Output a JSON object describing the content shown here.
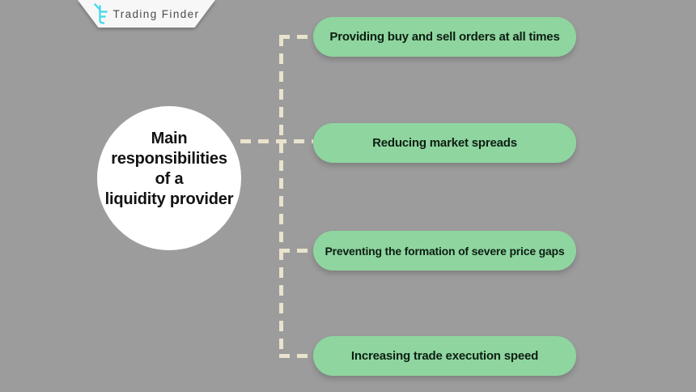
{
  "brand": {
    "name": "Trading Finder",
    "logo_icon": "trading-finder-logo-icon"
  },
  "colors": {
    "background": "#9c9c9c",
    "pill_green": "#8fd5a0",
    "pill_text": "#0d1f12",
    "connector_dash": "#e9e2cd",
    "circle_bg": "#ffffff",
    "circle_text": "#121212",
    "brand_accent_cyan": "#3fd9ec",
    "badge_bg": "#f7f7f7",
    "badge_text": "#4a4a4a"
  },
  "center_node": {
    "title": "Main responsibilities of a liquidity provider",
    "lines": [
      "Main",
      "responsibilities",
      "of a",
      "liquidity provider"
    ]
  },
  "items": [
    {
      "label": "Providing buy and sell orders at all times"
    },
    {
      "label": "Reducing market spreads"
    },
    {
      "label": "Preventing the formation of severe price gaps"
    },
    {
      "label": "Increasing trade execution speed"
    }
  ]
}
